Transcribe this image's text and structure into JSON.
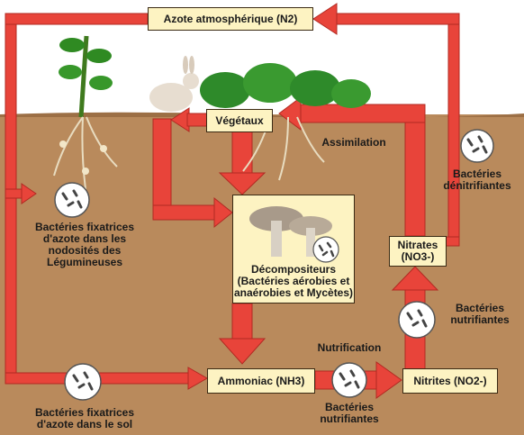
{
  "nodes": {
    "atmosphere": "Azote atmosphérique (N2)",
    "plants": "Végétaux",
    "decomposers": "Décompositeurs\n(Bactéries aérobies et\nanaérobies et Mycètes)",
    "ammonia": "Ammoniac (NH3)",
    "nitrites": "Nitrites (NO2-)",
    "nitrates": "Nitrates\n(NO3-)"
  },
  "labels": {
    "assimilation": "Assimilation",
    "denitrifying": "Bactéries\ndénitrifiantes",
    "legume_fixers": "Bactéries fixatrices\nd'azote dans les\nnodosités des\nLégumineuses",
    "nitrifying_right": "Bactéries\nnutrifiantes",
    "nitrification": "Nutrification",
    "nitrifying_bottom": "Bactéries\nnutrifiantes",
    "soil_fixers": "Bactéries fixatrices\nd'azote dans le sol"
  },
  "colors": {
    "sky": "#ffffff",
    "soil": "#b98a5c",
    "arrow": "#e8443a",
    "arrow_edge": "#b12a22",
    "box": "#fdf3c2"
  }
}
